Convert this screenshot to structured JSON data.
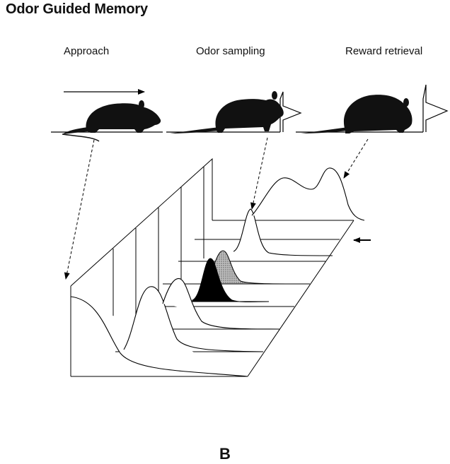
{
  "title": "Odor Guided Memory",
  "phases": [
    {
      "id": "approach",
      "label": "Approach"
    },
    {
      "id": "odor_sampling",
      "label": "Odor sampling"
    },
    {
      "id": "reward_retrieval",
      "label": "Reward retrieval"
    }
  ],
  "panel_label": "B",
  "colors": {
    "ink": "#000000",
    "rat_fill": "#111111",
    "gray_peak": "#9a9a9a",
    "background": "#ffffff"
  },
  "icons": [
    "rat-approach-icon",
    "rat-sampling-icon",
    "rat-reward-icon",
    "direction-arrow-icon",
    "pointer-arrow-icon"
  ]
}
